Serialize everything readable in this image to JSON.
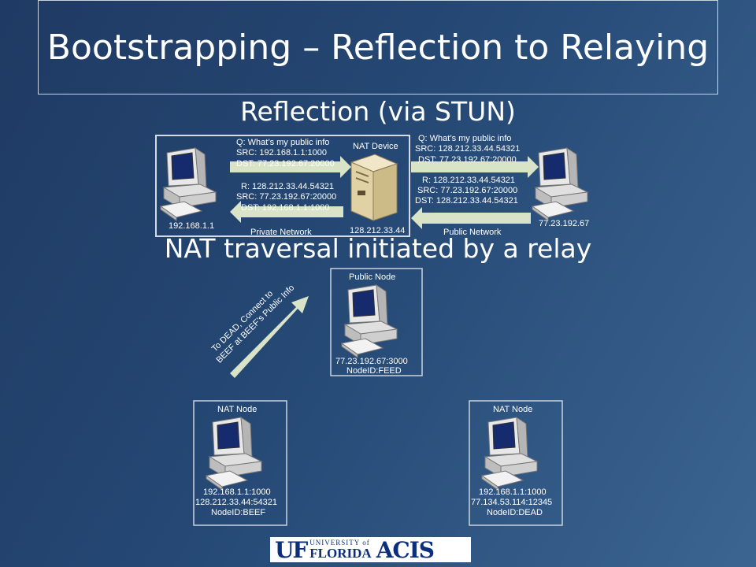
{
  "slide": {
    "title": "Bootstrapping – Reflection to Relaying",
    "section1_heading": "Reflection (via STUN)",
    "section2_heading": "NAT traversal initiated by a relay"
  },
  "stun": {
    "left_host_ip": "192.168.1.1",
    "nat_device_label": "NAT Device",
    "nat_device_ip": "128.212.33.44",
    "right_host_ip": "77.23.192.67",
    "private_network_label": "Private Network",
    "public_network_label": "Public Network",
    "query_left": [
      "Q: What’s my public info",
      "SRC:  192.168.1.1:1000",
      "DST: 77.23.192.67:20000"
    ],
    "response_left": [
      "R: 128.212.33.44.54321",
      "SRC: 77.23.192.67:20000",
      "DST:  192.168.1.1:1000"
    ],
    "query_right": [
      "Q: What’s my public info",
      "SRC:  128.212.33.44.54321",
      "DST: 77.23.192.67:20000"
    ],
    "response_right": [
      "R: 128.212.33.44.54321",
      "SRC: 77.23.192.67:20000",
      "DST:  128.212.33.44.54321"
    ]
  },
  "relay": {
    "public_node": {
      "label": "Public Node",
      "lines": [
        "77.23.192.67:3000",
        "NodeID:FEED"
      ]
    },
    "nat_node_beef": {
      "label": "NAT Node",
      "lines": [
        "192.168.1.1:1000",
        "128.212.33.44:54321",
        "NodeID:BEEF"
      ]
    },
    "nat_node_dead": {
      "label": "NAT Node",
      "lines": [
        "192.168.1.1:1000",
        "77.134.53.114:12345",
        "NodeID:DEAD"
      ]
    },
    "relay_message": [
      "To DEAD, Connect to",
      "BEEF at BEEF’s Public Info"
    ]
  },
  "logo": {
    "uf": "UF",
    "university_of": "UNIVERSITY of",
    "florida": "FLORIDA",
    "acis": "ACIS"
  },
  "colors": {
    "background": "#254874",
    "arrow": "#d9e3c8",
    "box_border": "#c9d3e0"
  }
}
